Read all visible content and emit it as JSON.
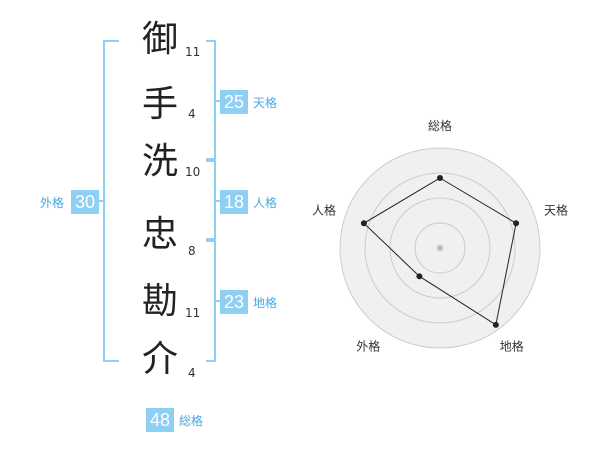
{
  "name_chars": [
    {
      "char": "御",
      "strokes": "11"
    },
    {
      "char": "手",
      "strokes": "4"
    },
    {
      "char": "洗",
      "strokes": "10"
    },
    {
      "char": "忠",
      "strokes": "8"
    },
    {
      "char": "勘",
      "strokes": "11"
    },
    {
      "char": "介",
      "strokes": "4"
    }
  ],
  "grades": {
    "tenkaku": {
      "value": "25",
      "label": "天格"
    },
    "jinkaku": {
      "value": "18",
      "label": "人格"
    },
    "chikaku": {
      "value": "23",
      "label": "地格"
    },
    "gaikaku": {
      "value": "30",
      "label": "外格"
    },
    "soukaku": {
      "value": "48",
      "label": "総格"
    }
  },
  "chart_data": {
    "type": "radar",
    "axes": [
      "総格",
      "天格",
      "地格",
      "外格",
      "人格"
    ],
    "values": [
      0.7,
      0.8,
      0.95,
      0.35,
      0.8
    ],
    "rings": 4,
    "colors": {
      "fill": "#f0f0f0",
      "ring": "#cccccc",
      "line": "#222222",
      "center": "#bbbbbb"
    }
  }
}
